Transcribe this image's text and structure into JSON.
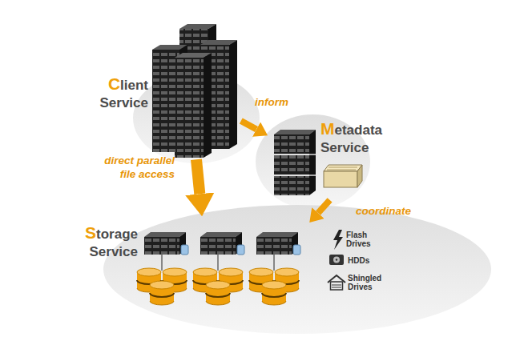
{
  "diagram": {
    "nodes": [
      {
        "text": [
          "Client Service"
        ]
      },
      {
        "text": [
          "Metadata Service"
        ]
      },
      {
        "text": [
          "Storage Service"
        ]
      }
    ],
    "edges": [
      {
        "from": 0,
        "to": 1,
        "label": "inform",
        "arrow": "to"
      },
      {
        "from": 0,
        "to": 2,
        "label": "direct parallel file access",
        "arrow": "to"
      },
      {
        "from": 1,
        "to": 2,
        "label": "coordinate",
        "arrow": "to"
      }
    ],
    "labels": [
      "Flash Drives",
      "HDDs",
      "Shingled Drives"
    ]
  }
}
